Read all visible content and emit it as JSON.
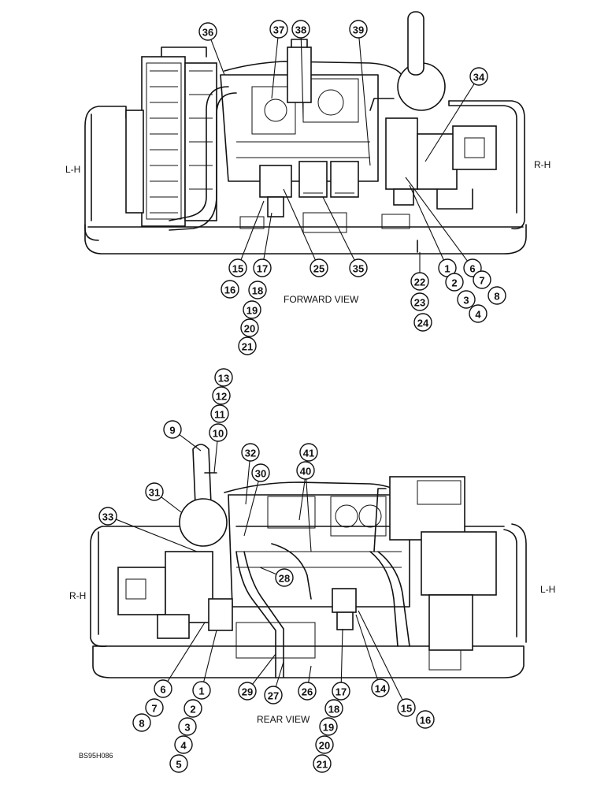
{
  "forward_view": {
    "caption": "FORWARD VIEW",
    "side_left": "L-H",
    "side_right": "R-H",
    "callouts": [
      "36",
      "37",
      "38",
      "39",
      "34",
      "15",
      "16",
      "17",
      "18",
      "19",
      "20",
      "21",
      "25",
      "35",
      "1",
      "2",
      "3",
      "4",
      "6",
      "7",
      "8",
      "22",
      "23",
      "24"
    ]
  },
  "rear_view": {
    "caption": "REAR VIEW",
    "side_left": "R-H",
    "side_right": "L-H",
    "callouts": [
      "13",
      "12",
      "11",
      "10",
      "9",
      "32",
      "41",
      "40",
      "30",
      "31",
      "33",
      "28",
      "6",
      "7",
      "8",
      "1",
      "2",
      "3",
      "4",
      "5",
      "29",
      "27",
      "26",
      "17",
      "18",
      "19",
      "20",
      "21",
      "14",
      "15",
      "16"
    ]
  },
  "drawing_code": "BS95H086"
}
